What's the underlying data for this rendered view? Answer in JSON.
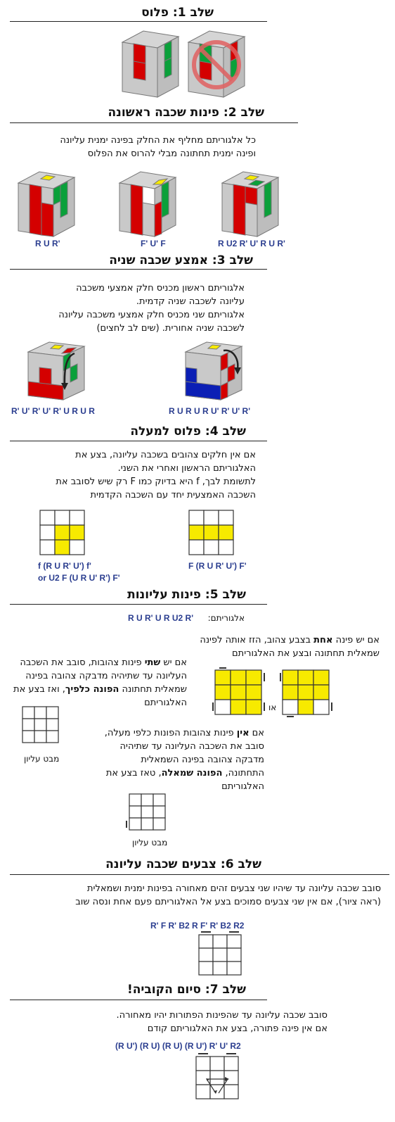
{
  "step1": {
    "title": "שלב 1: פלוס"
  },
  "step2": {
    "title": "שלב 2: פינות שכבה ראשונה",
    "text": [
      "כל אלגוריתם מחליף את החלק בפינה ימנית עליונה",
      "ופינה ימנית תחתונה מבלי להרוס את הפלוס"
    ],
    "algs": [
      "R U R'",
      "F' U' F",
      "R U2 R' U' R U R'"
    ]
  },
  "step3": {
    "title": "שלב 3: אמצע שכבה שניה",
    "text": [
      "אלגוריתם ראשון מכניס חלק אמצעי משכבה",
      "עליונה לשכבה שניה קדמית.",
      "אלגוריתם שני מכניס חלק אמצעי משכבה עליונה",
      "לשכבה שניה אחורית. (שים לב לחצים)"
    ],
    "algs": [
      "R' U' R' U' R' U R U R",
      "R U R U R U' R' U' R'"
    ]
  },
  "step4": {
    "title": "שלב 4: פלוס למעלה",
    "text": [
      "אם אין חלקים צהובים בשכבה עליונה, בצע את",
      "האלגוריתם הראשון ואחרי את השני.",
      "לתשומת לבך, f היא בדיוק כמו F רק שיש לסובב את",
      "השכבה האמצעית יחד עם השכבה הקדמית"
    ],
    "alg_left_1": "f (R U R' U') f'",
    "alg_left_2": "or U2 F (U R U' R') F'",
    "alg_right": "F (R U R' U') F'"
  },
  "step5": {
    "title": "שלב 5: פינות עליונות",
    "alg_label": "אלגוריתם:",
    "alg": "R U R' U R U2 R'",
    "p1": [
      "אם יש פינה אחת בצבע צהוב, הזז אותה לפינה",
      "שמאלית תחתונה ובצע את האלגוריתם"
    ],
    "p1_bold": "אחת",
    "p2": [
      "אם יש שתי פינות צהובות, סובב את השכבה",
      "העליונה עד שתיהיה מדבקה צהובה בפינה",
      "שמאלית תחתונה הפונה כלפיך, ואז בצע את",
      "האלגוריתם"
    ],
    "p3": [
      "אם אין פינות צהובות הפונות כלפי מעלה,",
      "סובב את השכבה העליונה עד שתיהיה",
      "מדבקה צהובה בפינה השמאלית",
      "התחתונה, הפונה שמאלה, טאז בצע את",
      "האלגוריתם"
    ],
    "or_label": "או",
    "top_view": "מבט עליון"
  },
  "step6": {
    "title": "שלב 6: צבעים שכבה עליונה",
    "text": [
      "סובב שכבה עליונה עד שיהיו שני צבעים זהים מאחורה בפינות ימנית ושמאלית",
      "(ראה ציור), אם אין שני צבעים סמוכים בצע אל האלגוריתם פעם אחת ונסה שוב"
    ],
    "alg": "R' F R' B2 R F' R' B2 R2"
  },
  "step7": {
    "title": "שלב 7: סיום הקוביה!",
    "text": [
      "סובב שכבה עליונה עד שהפינות הפתורות יהיו מאחורה.",
      "אם אין פינה פתורה, בצע את האלגוריתם קודם"
    ],
    "alg": "(R U') (R U) (R U) (R U') R' U' R2"
  },
  "colors": {
    "yellow": "#f7ea00",
    "red": "#d40000",
    "green": "#0aa03a",
    "blue": "#0b1fb5",
    "grey": "#c9c9c9",
    "alg": "#2a3d8f"
  }
}
